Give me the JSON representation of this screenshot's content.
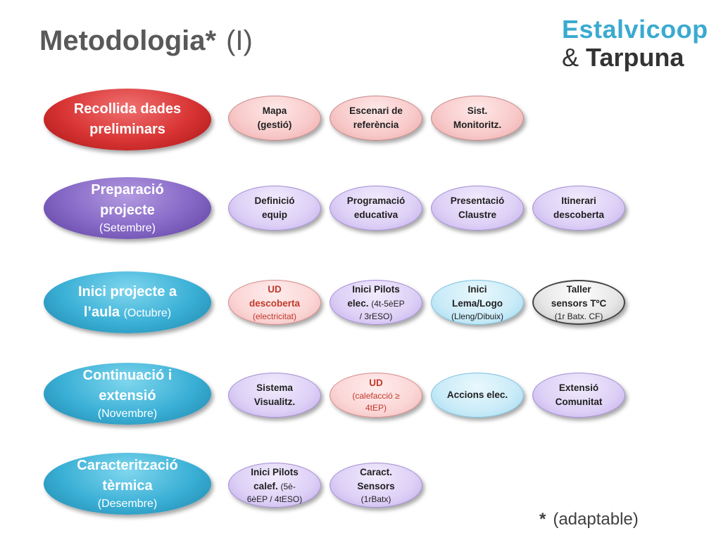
{
  "title": {
    "main": "Metodologia*",
    "suffix": "(I)"
  },
  "logo": {
    "line1": "Estalvicoop",
    "amp": "&",
    "line2": "Tarpuna"
  },
  "rows": [
    {
      "stage": {
        "line1": "Recollida dades",
        "line2": "preliminars",
        "sub": ""
      },
      "items": [
        {
          "l1": "Mapa",
          "l2": "(gestió)"
        },
        {
          "l1": "Escenari de",
          "l2": "referència"
        },
        {
          "l1": "Sist.",
          "l2": "Monitoritz."
        }
      ]
    },
    {
      "stage": {
        "line1": "Preparació",
        "line2": "projecte",
        "sub": "(Setembre)"
      },
      "items": [
        {
          "l1": "Definició",
          "l2": "equip"
        },
        {
          "l1": "Programació",
          "l2": "educativa"
        },
        {
          "l1": "Presentació",
          "l2": "Claustre"
        },
        {
          "l1": "Itinerari",
          "l2": "descoberta"
        }
      ]
    },
    {
      "stage": {
        "line1": "Inici projecte a",
        "line2": "l’aula",
        "inline": "(Octubre)"
      },
      "items": [
        {
          "l1": "UD",
          "l2": "descoberta",
          "l3": "(electricitat)"
        },
        {
          "l1": "Inici Pilots",
          "l2": "elec.",
          "l2b": "(4t-5èEP",
          "l3": "/ 3rESO)"
        },
        {
          "l1": "Inici",
          "l2": "Lema/Logo",
          "l3": "(Lleng/Dibuix)"
        },
        {
          "l1": "Taller",
          "l2": "sensors TºC",
          "l3": "(1r Batx. CF)"
        }
      ]
    },
    {
      "stage": {
        "line1": "Continuació i",
        "line2": "extensió",
        "sub": "(Novembre)"
      },
      "items": [
        {
          "l1": "Sistema",
          "l2": "Visualitz."
        },
        {
          "l1": "UD",
          "l2": "(calefacció ≥",
          "l3": "4tEP)"
        },
        {
          "l1": "Accions elec."
        },
        {
          "l1": "Extensió",
          "l2": "Comunitat"
        }
      ]
    },
    {
      "stage": {
        "line1": "Caracterització",
        "line2": "tèrmica",
        "sub": "(Desembre)"
      },
      "items": [
        {
          "l1": "Inici Pilots",
          "l2": "calef.",
          "l2b": "(5è-",
          "l3": "6èEP / 4tESO)"
        },
        {
          "l1": "Caract.",
          "l2": "Sensors",
          "l3": "(1rBatx)"
        }
      ]
    }
  ],
  "note": {
    "star": "*",
    "text": "(adaptable)"
  },
  "colors": {
    "stage_red": "#d83434",
    "stage_purple": "#8567c6",
    "stage_teal": "#3bb0d6",
    "logo_blue": "#3aaad0",
    "ud_text": "#c0392b"
  }
}
